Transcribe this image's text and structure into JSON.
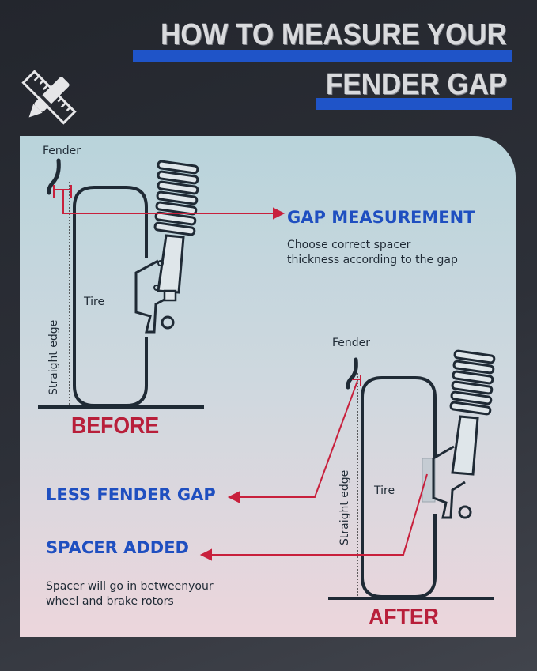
{
  "header": {
    "title_line1": "HOW TO MEASURE YOUR",
    "title_line2": "FENDER GAP",
    "icon": "ruler-pencil-icon"
  },
  "before": {
    "fender_label": "Fender",
    "tire_label": "Tire",
    "straight_edge_label": "Straight edge",
    "caption": "BEFORE"
  },
  "after": {
    "fender_label": "Fender",
    "tire_label": "Tire",
    "straight_edge_label": "Straight edge",
    "caption": "AFTER"
  },
  "callouts": {
    "gap_measurement": {
      "title": "GAP MEASUREMENT",
      "line1": "Choose correct spacer",
      "line2": "thickness according to the gap"
    },
    "less_fender_gap": {
      "title": "LESS FENDER GAP"
    },
    "spacer_added": {
      "title": "SPACER ADDED",
      "line1": "Spacer will go in betweenyour",
      "line2": "wheel and brake rotors"
    }
  },
  "colors": {
    "accent_blue": "#1f4fc0",
    "accent_red": "#b81f3a",
    "line_dark": "#1f2a35"
  }
}
